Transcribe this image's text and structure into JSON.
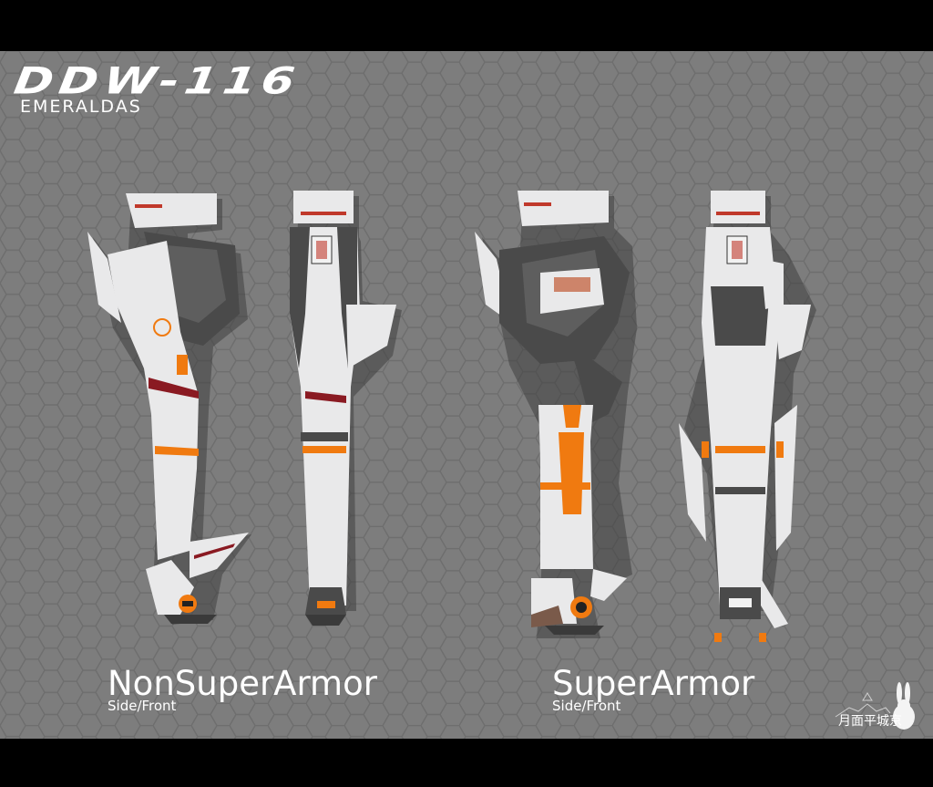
{
  "header": {
    "title": "DDW-116",
    "subtitle": "EMERALDAS"
  },
  "views": [
    {
      "label": "NonSuperArmor",
      "sublabel": "Side/Front"
    },
    {
      "label": "SuperArmor",
      "sublabel": "Side/Front"
    }
  ],
  "signature": {
    "text": "月面平城京"
  },
  "colors": {
    "background": "#7d7d7d",
    "armor_white": "#e9e9ea",
    "armor_dark": "#4a4a4a",
    "accent_orange": "#f07a10",
    "accent_red": "#8a1a22"
  }
}
